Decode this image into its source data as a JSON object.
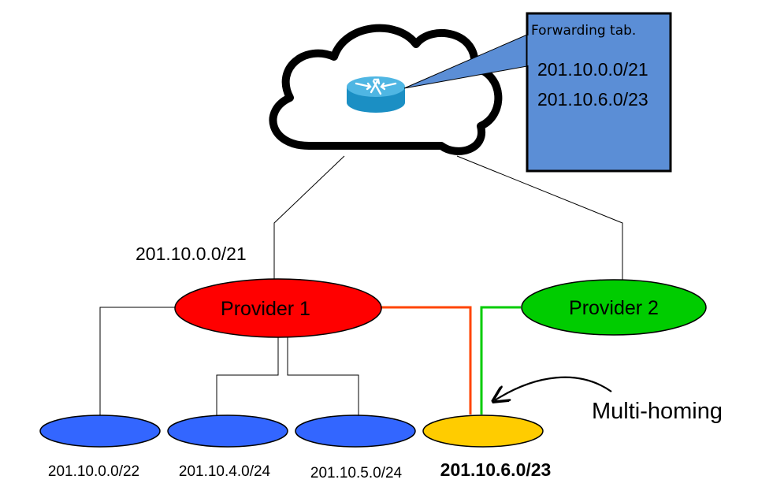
{
  "forwarding_table": {
    "title": "Forwarding tab.",
    "entries": [
      "201.10.0.0/21",
      "201.10.6.0/23"
    ],
    "fill_color": "#5b8ed6"
  },
  "cloud": {
    "router_icon": "router-icon"
  },
  "provider1": {
    "label": "Provider 1",
    "prefix": "201.10.0.0/21",
    "color": "#ff0000"
  },
  "provider2": {
    "label": "Provider 2",
    "color": "#00cc00"
  },
  "subnets": [
    {
      "prefix": "201.10.0.0/22",
      "color": "#3366ff"
    },
    {
      "prefix": "201.10.4.0/24",
      "color": "#3366ff"
    },
    {
      "prefix": "201.10.5.0/24",
      "color": "#3366ff"
    },
    {
      "prefix": "201.10.6.0/23",
      "color": "#ffcc00"
    }
  ],
  "annotation": {
    "multi_homing": "Multi-homing"
  },
  "link_colors": {
    "provider1_to_multihomed": "#ff4400",
    "provider2_to_multihomed": "#00cc00"
  }
}
